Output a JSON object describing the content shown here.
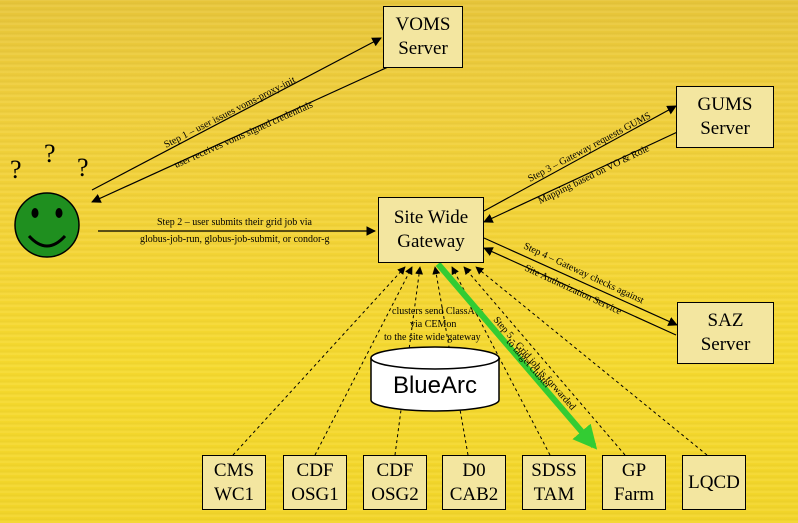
{
  "servers": {
    "voms": [
      "VOMS",
      "Server"
    ],
    "gums": [
      "GUMS",
      "Server"
    ],
    "saz": [
      "SAZ",
      "Server"
    ],
    "gateway": [
      "Site Wide",
      "Gateway"
    ]
  },
  "storage_label": "BlueArc",
  "clusters": [
    [
      "CMS",
      "WC1"
    ],
    [
      "CDF",
      "OSG1"
    ],
    [
      "CDF",
      "OSG2"
    ],
    [
      "D0",
      "CAB2"
    ],
    [
      "SDSS",
      "TAM"
    ],
    [
      "GP",
      "Farm"
    ],
    [
      "LQCD"
    ]
  ],
  "question_marks": [
    "?",
    "?",
    "?"
  ],
  "steps": {
    "step1_a": "Step 1 – user issues voms-proxy-init",
    "step1_b": "user receives voms signed credentials",
    "step2_a": "Step 2 – user submits their grid job via",
    "step2_b": "globus-job-run, globus-job-submit, or condor-g",
    "step3_a": "Step 3 – Gateway requests GUMS",
    "step3_b": "Mapping based on VO & Role",
    "step4_a": "Step 4 – Gateway checks against",
    "step4_b": "Site Authorization Service",
    "step5_a": "Step 5 - Grid job is forwarded",
    "step5_b": "to target cluster",
    "classads_a": "clusters send ClassAds",
    "classads_b": "via CEMon",
    "classads_c": "to the site wide gateway"
  },
  "colors": {
    "background": "#f4d436",
    "box_fill": "#f3e6a0",
    "user_face": "#1f8f1f",
    "step5_arrow": "#33cc33"
  },
  "icons": [
    "smiley-user-icon",
    "storage-cylinder-icon"
  ]
}
